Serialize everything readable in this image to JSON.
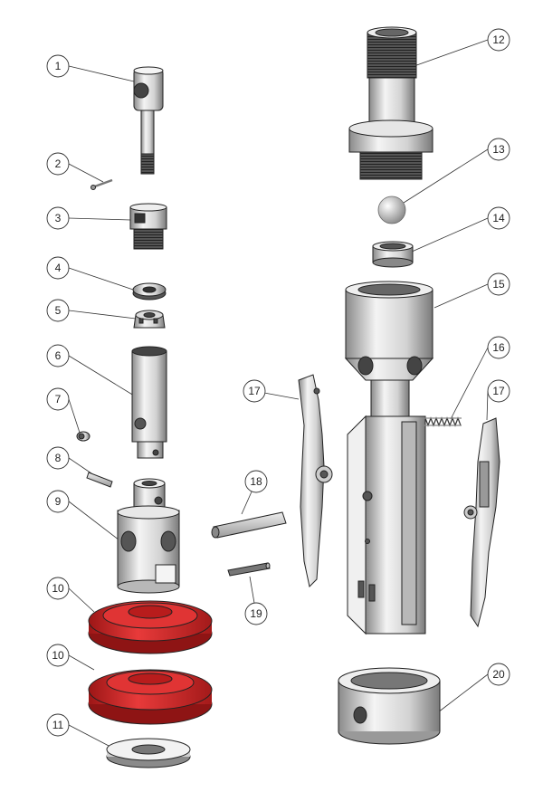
{
  "callouts": [
    {
      "id": "1",
      "label": "1"
    },
    {
      "id": "2",
      "label": "2"
    },
    {
      "id": "3",
      "label": "3"
    },
    {
      "id": "4",
      "label": "4"
    },
    {
      "id": "5",
      "label": "5"
    },
    {
      "id": "6",
      "label": "6"
    },
    {
      "id": "7",
      "label": "7"
    },
    {
      "id": "8",
      "label": "8"
    },
    {
      "id": "9",
      "label": "9"
    },
    {
      "id": "10a",
      "label": "10"
    },
    {
      "id": "10b",
      "label": "10"
    },
    {
      "id": "11",
      "label": "11"
    },
    {
      "id": "12",
      "label": "12"
    },
    {
      "id": "13",
      "label": "13"
    },
    {
      "id": "14",
      "label": "14"
    },
    {
      "id": "15",
      "label": "15"
    },
    {
      "id": "16",
      "label": "16"
    },
    {
      "id": "17a",
      "label": "17"
    },
    {
      "id": "17b",
      "label": "17"
    },
    {
      "id": "18",
      "label": "18"
    },
    {
      "id": "19",
      "label": "19"
    },
    {
      "id": "20",
      "label": "20"
    }
  ],
  "colors": {
    "metal_light": "#f2f2f2",
    "metal_mid": "#c9c9c9",
    "metal_dark": "#6e6e6e",
    "seal_red": "#d42a2a",
    "seal_dark": "#8e1414",
    "line": "#222222"
  }
}
